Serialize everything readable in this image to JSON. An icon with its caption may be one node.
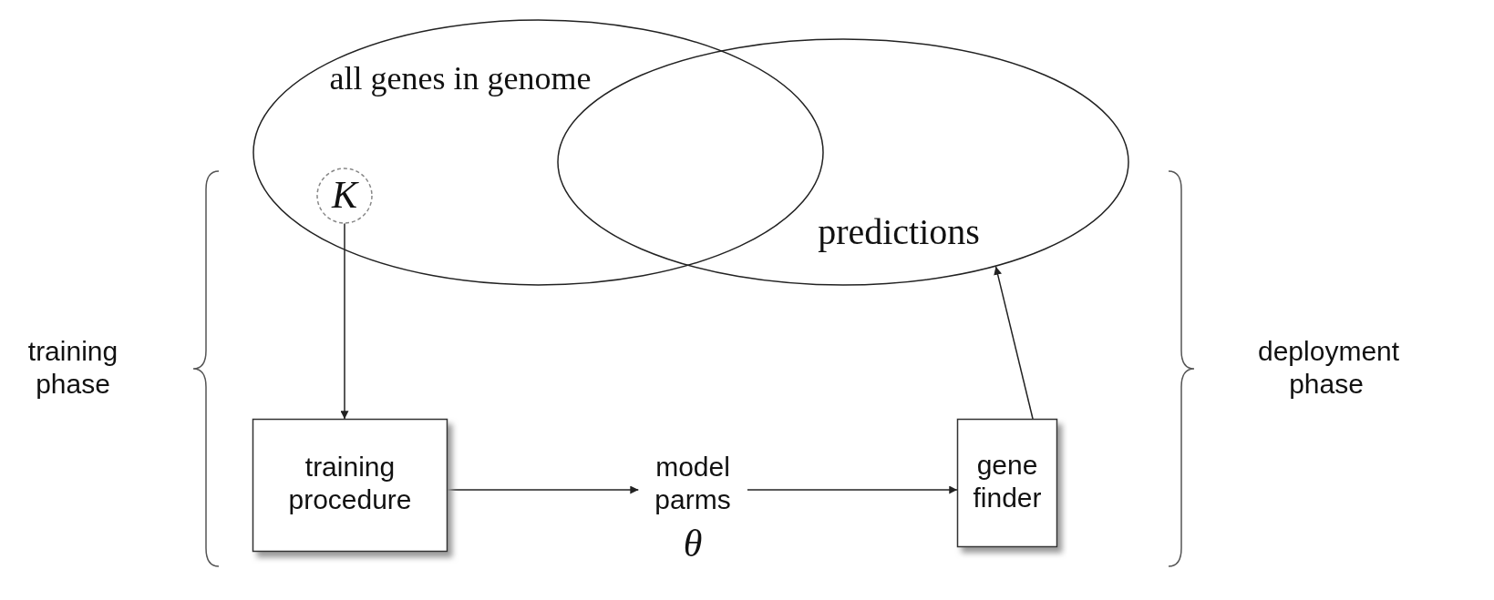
{
  "diagram": {
    "nodes": [
      {
        "text": [
          "all genes in genome"
        ]
      },
      {
        "text": [
          "predictions"
        ]
      },
      {
        "text": [
          "K"
        ],
        "in": 0
      },
      {
        "text": [
          "training procedure"
        ]
      },
      {
        "text": [
          "model parms",
          "θ"
        ]
      },
      {
        "text": [
          "gene finder"
        ]
      }
    ],
    "edges": [
      {
        "from": 2,
        "to": 3,
        "arrow": "to"
      },
      {
        "from": 3,
        "to": 4,
        "arrow": "to"
      },
      {
        "from": 4,
        "to": 5,
        "arrow": "to"
      },
      {
        "from": 5,
        "to": 1,
        "arrow": "to"
      }
    ],
    "labels": [
      "training phase",
      "deployment phase"
    ]
  }
}
